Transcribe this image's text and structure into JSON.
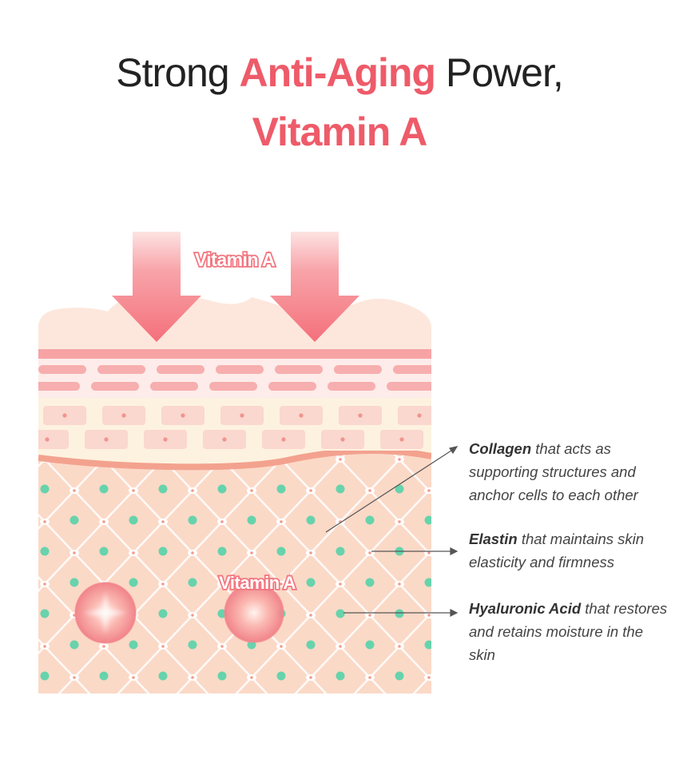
{
  "header": {
    "title_line1_pre": "Strong",
    "title_line1_accent": "Anti-Aging",
    "title_line1_post": "Power,",
    "title_line2": "Vitamin A"
  },
  "diagram": {
    "arrow_label": "Vitamin A",
    "inner_label": "Vitamin A"
  },
  "annotations": [
    {
      "term": "Collagen",
      "description": "that acts as supporting structures and anchor cells to each other"
    },
    {
      "term": "Elastin",
      "description": "that maintains skin elasticity and firmness"
    },
    {
      "term": "Hyaluronic Acid",
      "description": "that restores and retains moisture in the skin"
    }
  ],
  "colors": {
    "accent": "#ee5b69",
    "arrow": "#f5737d",
    "dermis": "#fbd9c7",
    "collagen_dot": "#67d3ac",
    "epidermis_band": "#f7a3a5"
  }
}
